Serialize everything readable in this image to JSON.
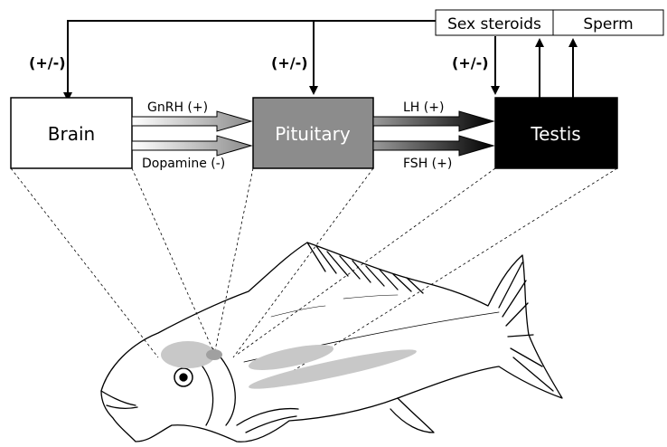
{
  "boxes": {
    "brain": "Brain",
    "pituitary": "Pituitary",
    "testis": "Testis",
    "sex_steroids": "Sex steroids",
    "sperm": "Sperm"
  },
  "signals": {
    "gnrh": "GnRH (+)",
    "dopamine": "Dopamine (-)",
    "lh": "LH (+)",
    "fsh": "FSH (+)"
  },
  "feedback": {
    "brain": "(+/-)",
    "pituitary": "(+/-)",
    "testis": "(+/-)"
  },
  "colors": {
    "brain_fill": "#ffffff",
    "pituitary_fill": "#8c8c8c",
    "testis_fill": "#000000",
    "fish_organ_fill": "#c8c8c8",
    "line": "#000000"
  }
}
